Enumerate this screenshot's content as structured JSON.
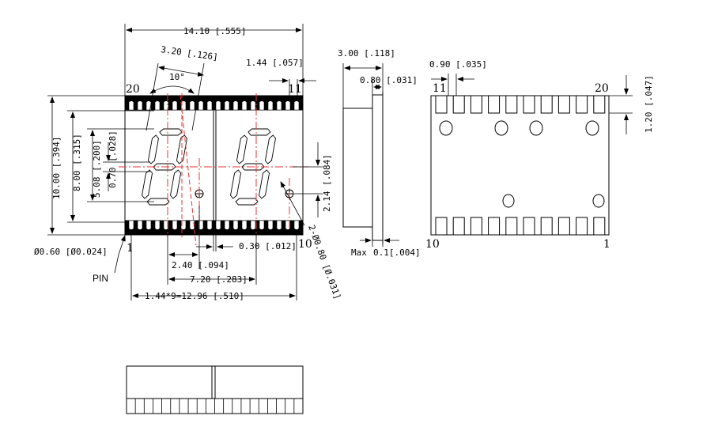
{
  "colors": {
    "line": "#000000",
    "centerline": "#e8342f",
    "background": "#ffffff"
  },
  "front_view": {
    "overall_width": "14.10 [.555]",
    "segment_width": "3.20 [.126]",
    "slant_angle": "10°",
    "pin_pitch": "1.44 [.057]",
    "pin_label_20": "20",
    "pin_label_11": "11",
    "pin_label_1": "1",
    "pin_label_10": "10",
    "overall_height": "10.00 [.394]",
    "digit_height": "8.00 [.315]",
    "dim_5_08": "5.08 [.200]",
    "dim_0_70": "0.70 [.028]",
    "dot_offset": "2.14 [.084]",
    "dot_dia": "2-Ø0.80 [Ø.031]",
    "pin_dia": "Ø0.60 [Ø0.024]",
    "pin_text": "PIN",
    "dim_2_40": "2.40 [.094]",
    "dim_0_30": "0.30 [.012]",
    "dim_7_20": "7.20 [.283]",
    "pin_span": "1.44*9=12.96 [.510]"
  },
  "side_view": {
    "overall_depth": "3.00 [.118]",
    "plate_thickness": "0.80 [.031]",
    "standoff_label": "Max",
    "standoff_value": "0.1[.004]"
  },
  "back_view": {
    "pad_width": "0.90 [.035]",
    "pad_depth": "1.20 [.047]",
    "label_11": "11",
    "label_20": "20",
    "label_10": "10",
    "label_1": "1"
  }
}
